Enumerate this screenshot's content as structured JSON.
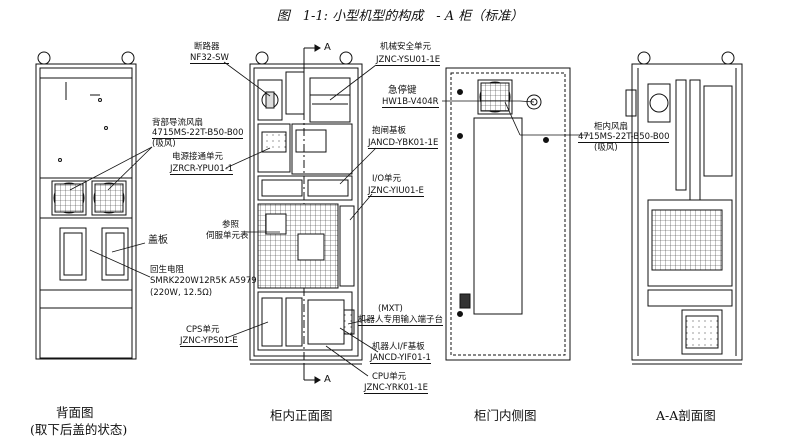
{
  "title": "图　1-1: 小型机型的构成　- A 柜（标准）",
  "section_marks": {
    "top": "A",
    "bottom": "A"
  },
  "labels": {
    "breaker": [
      "断路器",
      "NF32-SW"
    ],
    "mech_safety": [
      "机械安全单元",
      "JZNC-YSU01-1E"
    ],
    "rear_fan": [
      "背部导流风扇",
      "4715MS-22T-B50-B00",
      "(吸风)"
    ],
    "power_unit": [
      "电源接通单元",
      "JZRCR-YPU01-1"
    ],
    "brake_board": [
      "抱闸基板",
      "JANCD-YBK01-1E"
    ],
    "io_unit": [
      "I/O单元",
      "JZNC-YIU01-E"
    ],
    "servo": [
      "参照",
      "伺服单元表"
    ],
    "cover": [
      "盖板"
    ],
    "regen_resistor": [
      "回生电阻",
      "SMRK220W12R5K A5979",
      "(220W, 12.5Ω)"
    ],
    "mxt": [
      "(MXT)",
      "机器人专用输入端子台"
    ],
    "cps_unit": [
      "CPS单元",
      "JZNC-YPS01-E"
    ],
    "robot_if": [
      "机器人I/F基板",
      "JANCD-YIF01-1"
    ],
    "cpu_unit": [
      "CPU单元",
      "JZNC-YRK01-1E"
    ],
    "estop": [
      "急停键",
      "HW1B-V404R"
    ],
    "inner_fan": [
      "柜内风扇",
      "4715MS-22T-B50-B00",
      "(吸风)"
    ]
  },
  "captions": {
    "back": [
      "背面图",
      "(取下后盖的状态)"
    ],
    "front": "柜内正面图",
    "door": "柜门内侧图",
    "section": "A-A剖面图"
  }
}
